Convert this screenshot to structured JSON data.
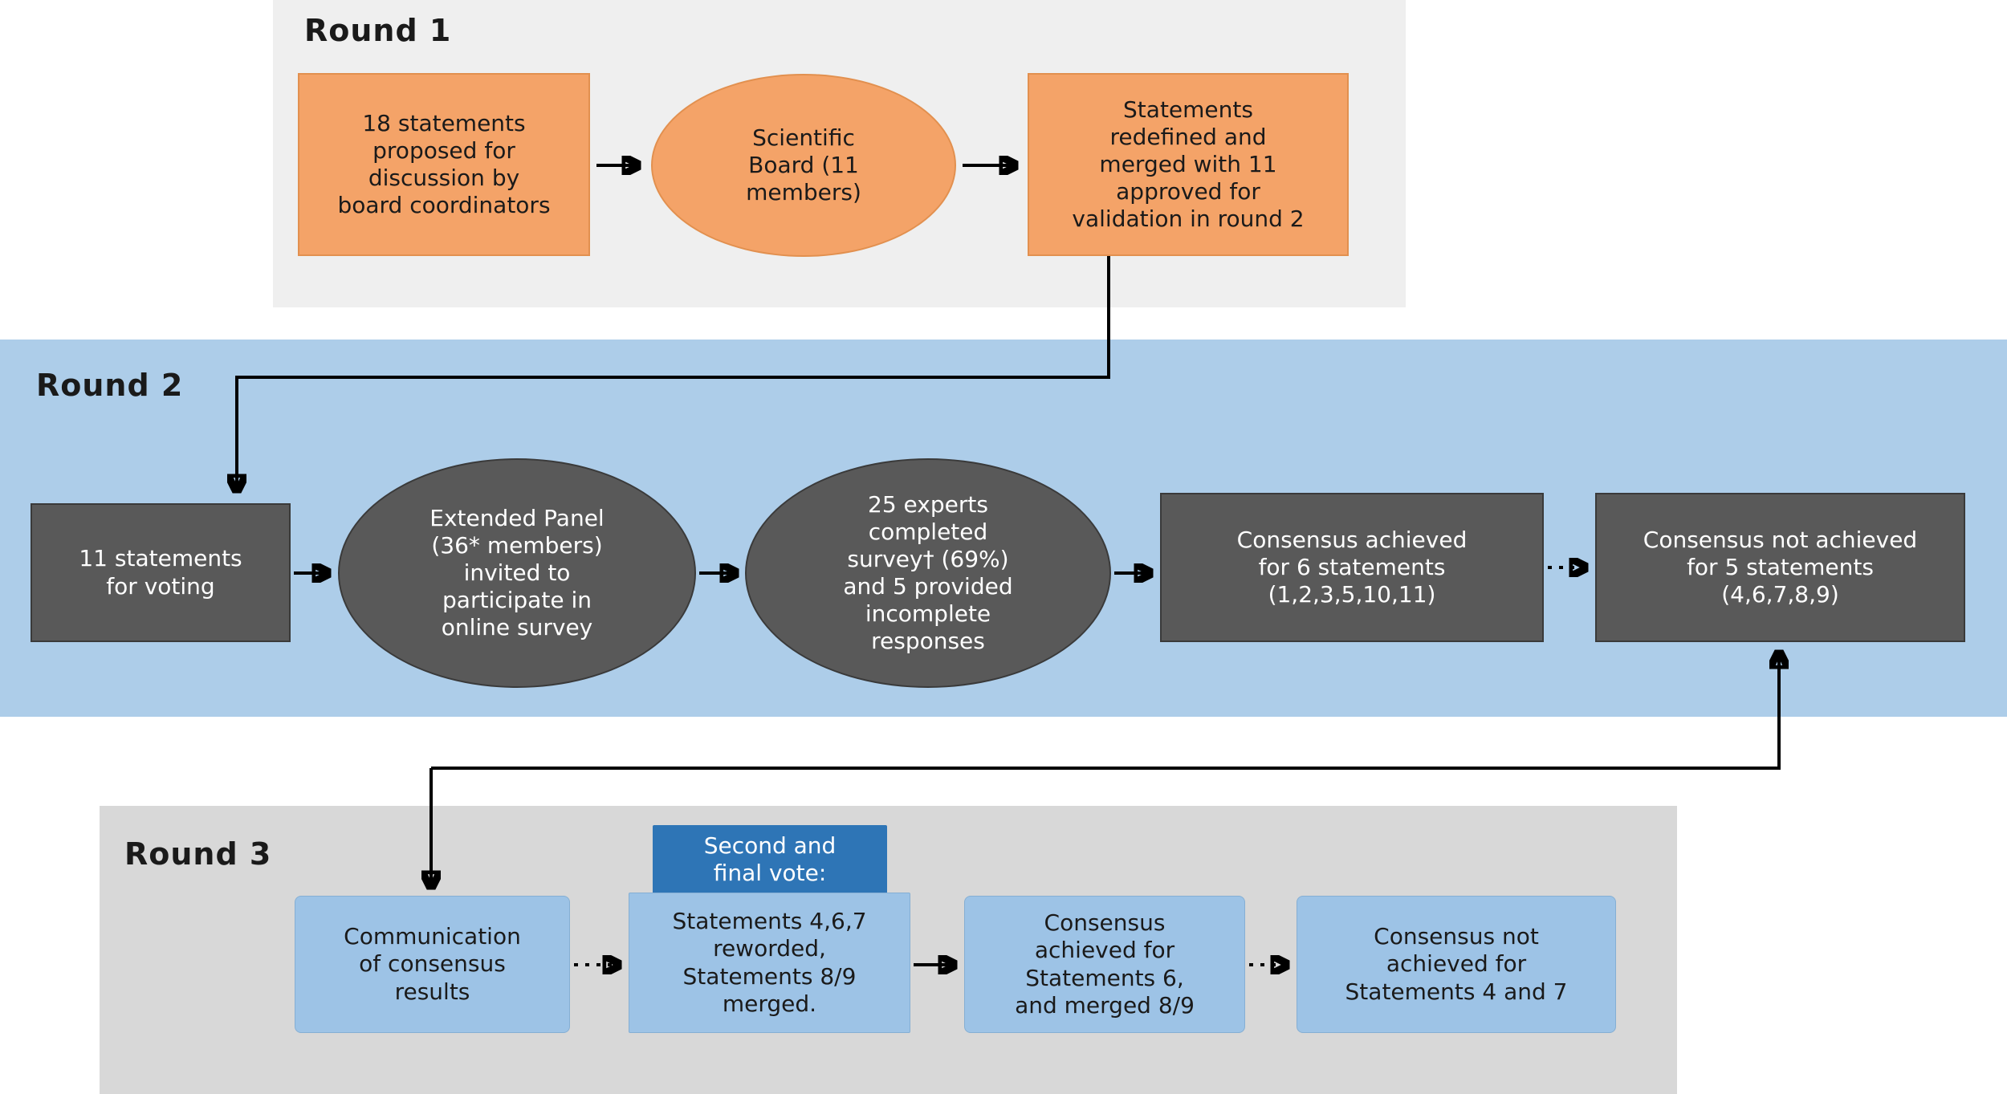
{
  "diagram": {
    "round1": {
      "title": "Round 1",
      "box_proposed": "18 statements\nproposed for\ndiscussion by\nboard coordinators",
      "ellipse_board": "Scientific\nBoard (11\nmembers)",
      "box_redefined": "Statements\nredefined and\nmerged with 11\napproved for\nvalidation in round 2"
    },
    "round2": {
      "title": "Round 2",
      "box_voting": "11 statements\nfor voting",
      "ellipse_panel": "Extended Panel\n(36* members)\ninvited to\nparticipate in\nonline survey",
      "ellipse_experts": "25 experts\ncompleted\nsurvey† (69%)\nand 5 provided\nincomplete\nresponses",
      "box_consensus_achieved": "Consensus achieved\nfor 6 statements\n(1,2,3,5,10,11)",
      "box_consensus_not_achieved": "Consensus not achieved\nfor 5 statements\n(4,6,7,8,9)"
    },
    "round3": {
      "title": "Round 3",
      "box_communication": "Communication\nof consensus\nresults",
      "header_final_vote": "Second and\nfinal vote:",
      "box_reworded": "Statements 4,6,7\nreworded,\nStatements 8/9\nmerged.",
      "box_consensus_achieved": "Consensus\nachieved for\nStatements 6,\nand merged 8/9",
      "box_consensus_not_achieved": "Consensus not\nachieved for\nStatements 4 and 7"
    }
  },
  "colors": {
    "band-round1": "#EFEFEF",
    "band-round2": "#ADCDE9",
    "band-round3": "#D8D8D8",
    "node-orange": "#F4A368",
    "node-orange-border": "#E2904F",
    "node-dark": "#595959",
    "node-dark-border": "#3A3A3A",
    "node-lightblue": "#9DC3E6",
    "node-lightblue-border": "#85AFD4",
    "node-strongblue": "#2E75B6",
    "arrow": "#000000",
    "text-dark": "#1A1A1A",
    "text-light": "#FFFFFF"
  }
}
